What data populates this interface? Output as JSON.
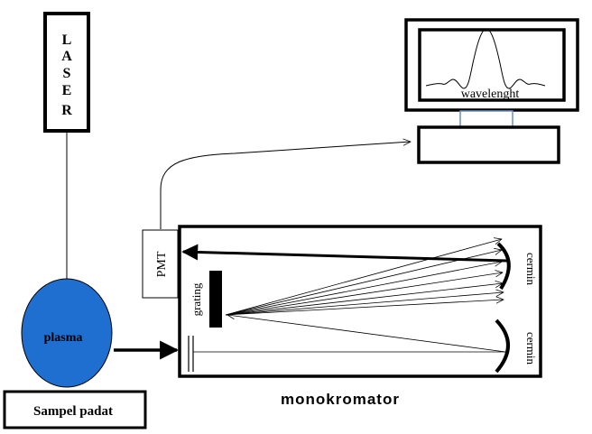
{
  "laser": {
    "letters": [
      "L",
      "A",
      "S",
      "E",
      "R"
    ]
  },
  "plasma": {
    "label": "plasma",
    "fill": "#1f6fd1"
  },
  "sample": {
    "label": "Sampel padat"
  },
  "monochromator": {
    "title": "monokromator",
    "detector_label": "PMT",
    "grating_label": "grating",
    "mirror_top_label": "cermin",
    "mirror_bottom_label": "cermin"
  },
  "computer": {
    "screen_label": "wavelenght",
    "stand_color": "#6a8fc6"
  }
}
